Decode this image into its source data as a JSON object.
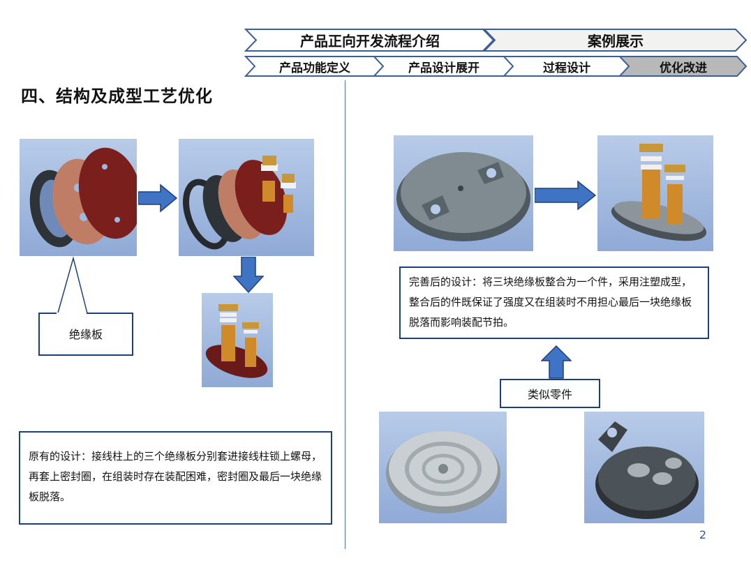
{
  "nav": {
    "top": [
      {
        "label": "产品正向开发流程介绍"
      },
      {
        "label": "案例展示"
      }
    ],
    "steps": [
      {
        "label": "产品功能定义"
      },
      {
        "label": "产品设计展开"
      },
      {
        "label": "过程设计"
      },
      {
        "label": "优化改进",
        "active": true
      }
    ]
  },
  "page_title": "四、结构及成型工艺优化",
  "left": {
    "callout_label": "绝缘板",
    "original_design": "原有的设计：接线柱上的三个绝缘板分别套进接线柱锁上螺母，再套上密封圈，在组装时存在装配困难，密封圈及最后一块绝缘板脱落。"
  },
  "right": {
    "improved_design": "完善后的设计：将三块绝缘板整合为一个件，采用注塑成型，整合后的件既保证了强度又在组装时不用担心最后一块绝缘板脱落而影响装配节拍。",
    "similar_parts_label": "类似零件"
  },
  "page_number": "2",
  "colors": {
    "accent": "#1f3f7a",
    "arrow": "#3f74c4",
    "photo_bg": "#9fb8dd",
    "active_step": "#b8b8b8"
  }
}
